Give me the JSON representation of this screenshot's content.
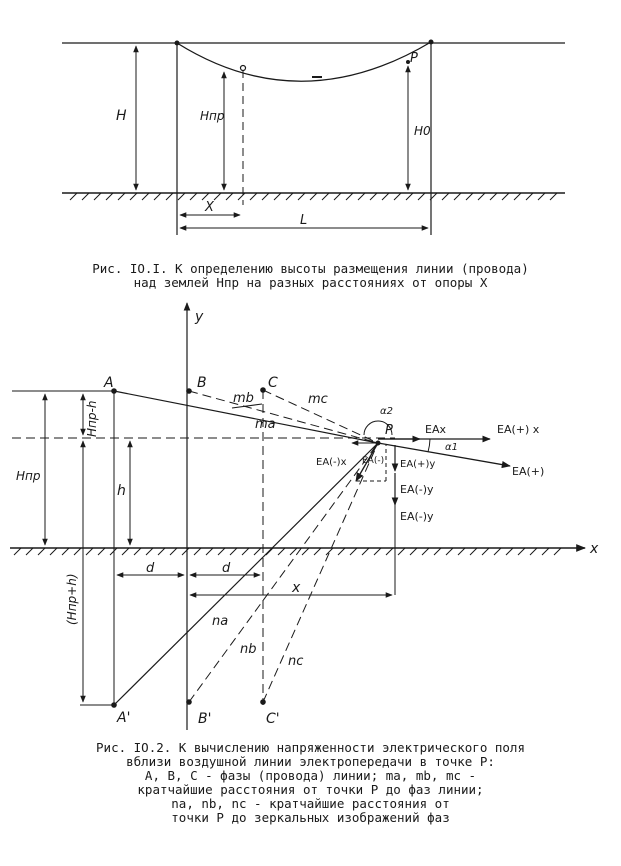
{
  "figure1": {
    "labels": {
      "H": "H",
      "Hpr": "Hпр",
      "P": "P",
      "H0": "H0",
      "X": "X",
      "L": "L"
    },
    "caption": [
      "Рис. IO.I. К определению высоты размещения линии (провода)",
      "над землей Hпр на разных расстояниях от опоры X"
    ]
  },
  "figure2": {
    "labels": {
      "y": "y",
      "x_axis": "x",
      "A": "A",
      "B": "B",
      "C": "C",
      "A_img": "A'",
      "B_img": "B'",
      "C_img": "C'",
      "P": "P",
      "mb": "mb",
      "mc": "mc",
      "ma": "ma",
      "na": "na",
      "nb": "nb",
      "nc": "nc",
      "alpha2": "α2",
      "alpha1": "α1",
      "EAx": "EAx",
      "EApx": "EA(+) x",
      "EAp": "EA(+)",
      "EAmx": "EA(-)x",
      "EAm": "EA(-)",
      "EApy": "EA(+)y",
      "EAmy1": "EA(-)y",
      "EAmy2": "EA(-)y",
      "Hpr_minus_h": "Hпр-h",
      "Hpr": "Hпр",
      "h": "h",
      "Hpr_plus_h": "(Hпр+h)",
      "d1": "d",
      "d2": "d",
      "x_dist": "x"
    },
    "caption": [
      "Рис. IO.2. К вычислению напряженности электрического поля",
      "вблизи воздушной линии электропередачи в точке P:",
      "A, B, C - фазы (провода) линии; ma, mb, mc -",
      "кратчайшие расстояния от точки P до фаз линии;",
      "na, nb, nc - кратчайшие расстояния от",
      "точки P до зеркальных изображений фаз"
    ]
  }
}
